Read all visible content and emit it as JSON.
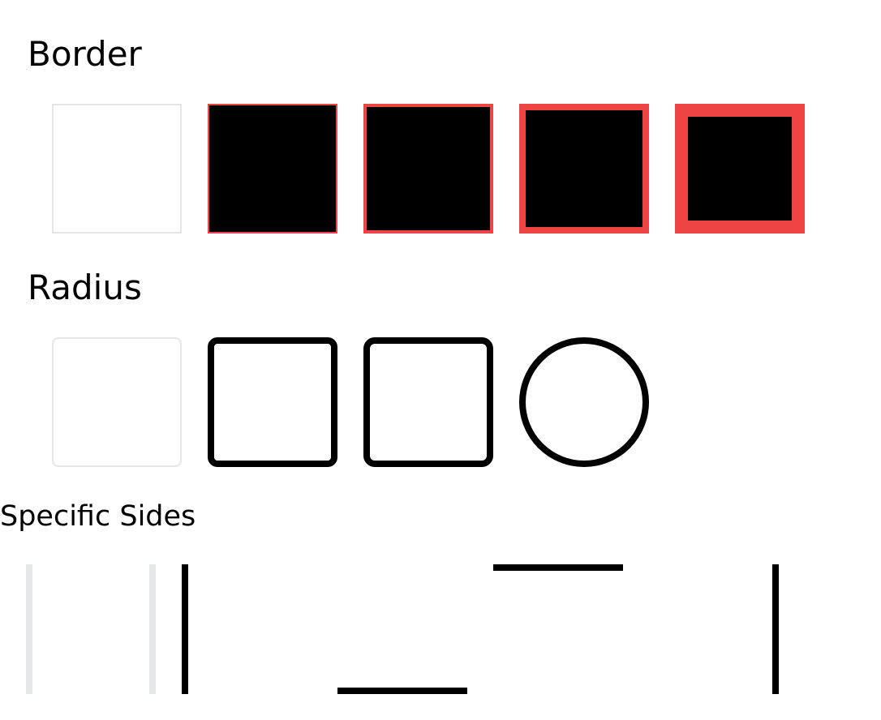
{
  "sections": {
    "border": {
      "title": "Border"
    },
    "radius": {
      "title": "Radius"
    },
    "specific_sides": {
      "title": "Specific Sides"
    }
  },
  "colors": {
    "accent_red": "#ef4444",
    "fill_black": "#000000",
    "light_gray": "#e5e5e5",
    "background": "#ffffff"
  }
}
